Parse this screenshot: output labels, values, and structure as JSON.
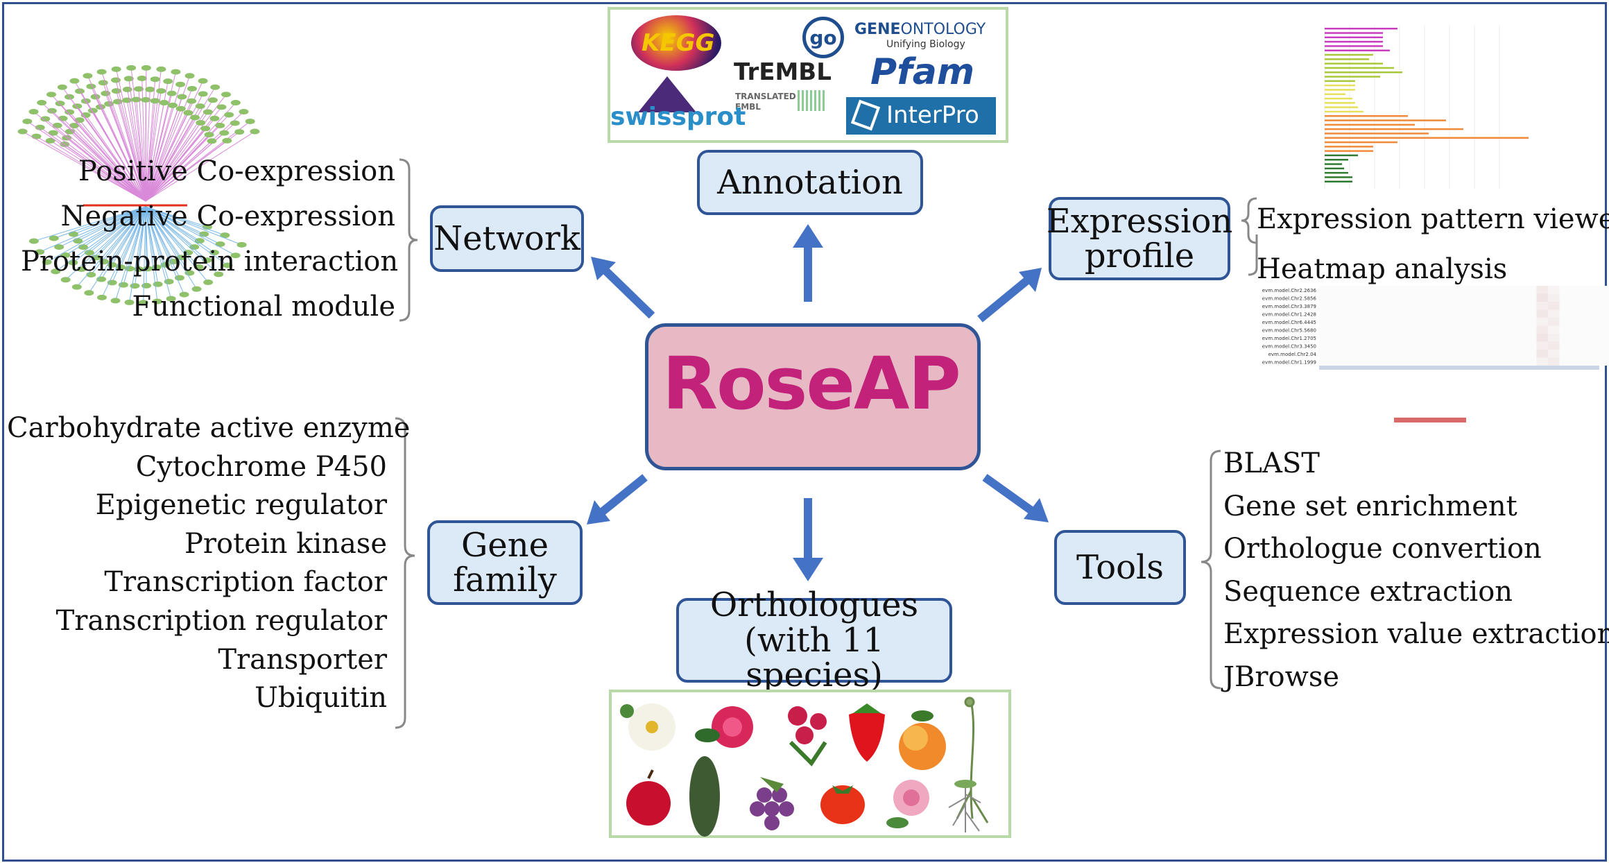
{
  "center": {
    "label": "RoseAP"
  },
  "nodes": {
    "annotation": "Annotation",
    "network": "Network",
    "expression_line1": "Expression",
    "expression_line2": "profile",
    "gene_family_line1": "Gene",
    "gene_family_line2": "family",
    "orthologues_line1": "Orthologues",
    "orthologues_line2": "(with 11 species)",
    "tools": "Tools"
  },
  "network_items": [
    "Positive Co-expression",
    "Negative Co-expression",
    "Protein-protein interaction",
    "Functional module"
  ],
  "expression_items": [
    "Expression pattern viewer",
    "Heatmap analysis"
  ],
  "gene_family_items": [
    "Carbohydrate active enzyme",
    "Cytochrome P450",
    "Epigenetic regulator",
    "Protein kinase",
    "Transcription factor",
    "Transcription regulator",
    "Transporter",
    "Ubiquitin"
  ],
  "tools_items": [
    "BLAST",
    "Gene set enrichment",
    "Orthologue convertion",
    "Sequence extraction",
    "Expression value extraction",
    "JBrowse"
  ],
  "databases": {
    "kegg": "KEGG",
    "geneontology_gene": "GENE",
    "geneontology_ontology": "ONTOLOGY",
    "geneontology_tagline": "Unifying Biology",
    "trembl": "TrEMBL",
    "trembl_sub1": "TRANSLATED",
    "trembl_sub2": "EMBL",
    "pfam": "Pfam",
    "swissprot": "swissprot",
    "interpro": "InterPro"
  },
  "heatmap_genes": [
    "evm.model.Chr2.2636",
    "evm.model.Chr2.5856",
    "evm.model.Chr3.3879",
    "evm.model.Chr1.2428",
    "evm.model.Chr6.4445",
    "evm.model.Chr5.5680",
    "evm.model.Chr1.2705",
    "evm.model.Chr3.3450",
    "evm.model.Chr2.04",
    "evm.model.Chr1.1999"
  ],
  "colors": {
    "box_fill": "#dce9f7",
    "box_border": "#2f5597",
    "arrow": "#4472c4",
    "center_fill": "#e6b9c4",
    "logo": "#c2227a",
    "panel_border": "#b9d9a8"
  }
}
